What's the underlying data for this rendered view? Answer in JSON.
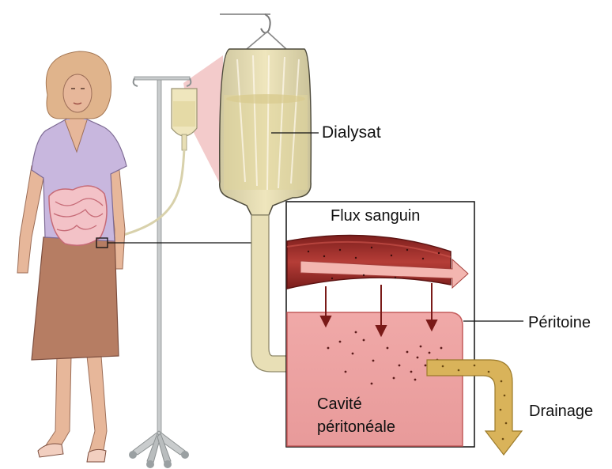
{
  "labels": {
    "dialysate": "Dialysat",
    "blood_flow": "Flux sanguin",
    "peritoneum": "Péritoine",
    "drainage": "Drainage",
    "cavity_line1": "Cavité",
    "cavity_line2": "péritonéale"
  },
  "colors": {
    "dialysate_fluid": "#e6dcaa",
    "dialysate_tube": "#e8dfb6",
    "blood_vessel": "#a8302e",
    "cavity": "#eba0a1",
    "drain_fluid": "#d9b35a",
    "blouse": "#c8b7de",
    "skirt": "#b67d63",
    "hair": "#e0b48c",
    "magnifier": "#f2c5c5"
  },
  "icons": {
    "patient": "woman-figure-icon",
    "iv_pole": "iv-pole-icon",
    "bag": "dialysate-bag-icon"
  }
}
